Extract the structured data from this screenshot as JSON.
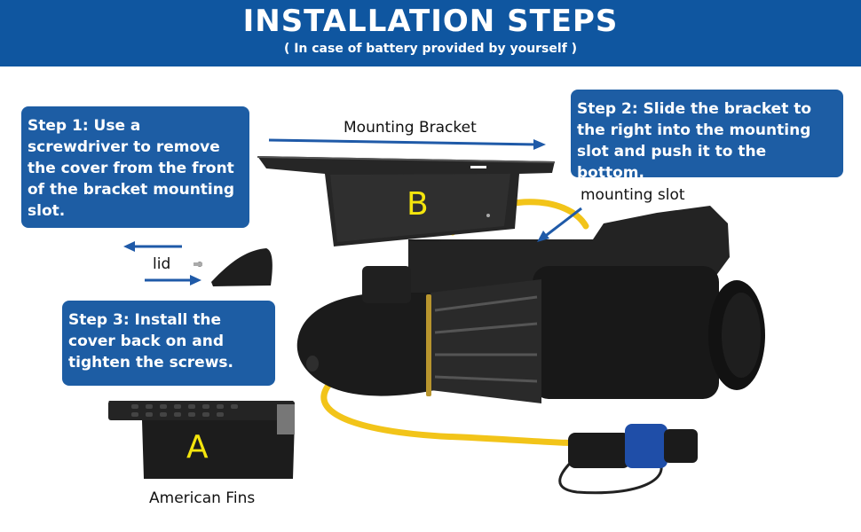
{
  "header": {
    "title": "INSTALLATION STEPS",
    "subtitle": "( In case of battery provided by yourself )"
  },
  "steps": {
    "step1": "Step 1: Use a screwdriver to remove the cover from the front of the bracket mounting slot.",
    "step2": "Step 2: Slide the bracket to the right into the mounting slot and push it to the bottom.",
    "step3": "Step 3: Install the cover back on and tighten the screws."
  },
  "labels": {
    "mounting_bracket": "Mounting Bracket",
    "mounting_slot": "mounting slot",
    "lid": "lid",
    "american_fins": "American Fins",
    "letter_b": "B",
    "letter_a": "A"
  },
  "colors": {
    "header_blue": "#0f56a0",
    "callout_blue": "#1d5da4",
    "arrow_blue": "#1f5aa8",
    "letter_yellow": "#f4e50d",
    "motor_black": "#1b1b1b",
    "cable_yellow": "#f2c419",
    "connector_blue": "#1f4ea8"
  }
}
